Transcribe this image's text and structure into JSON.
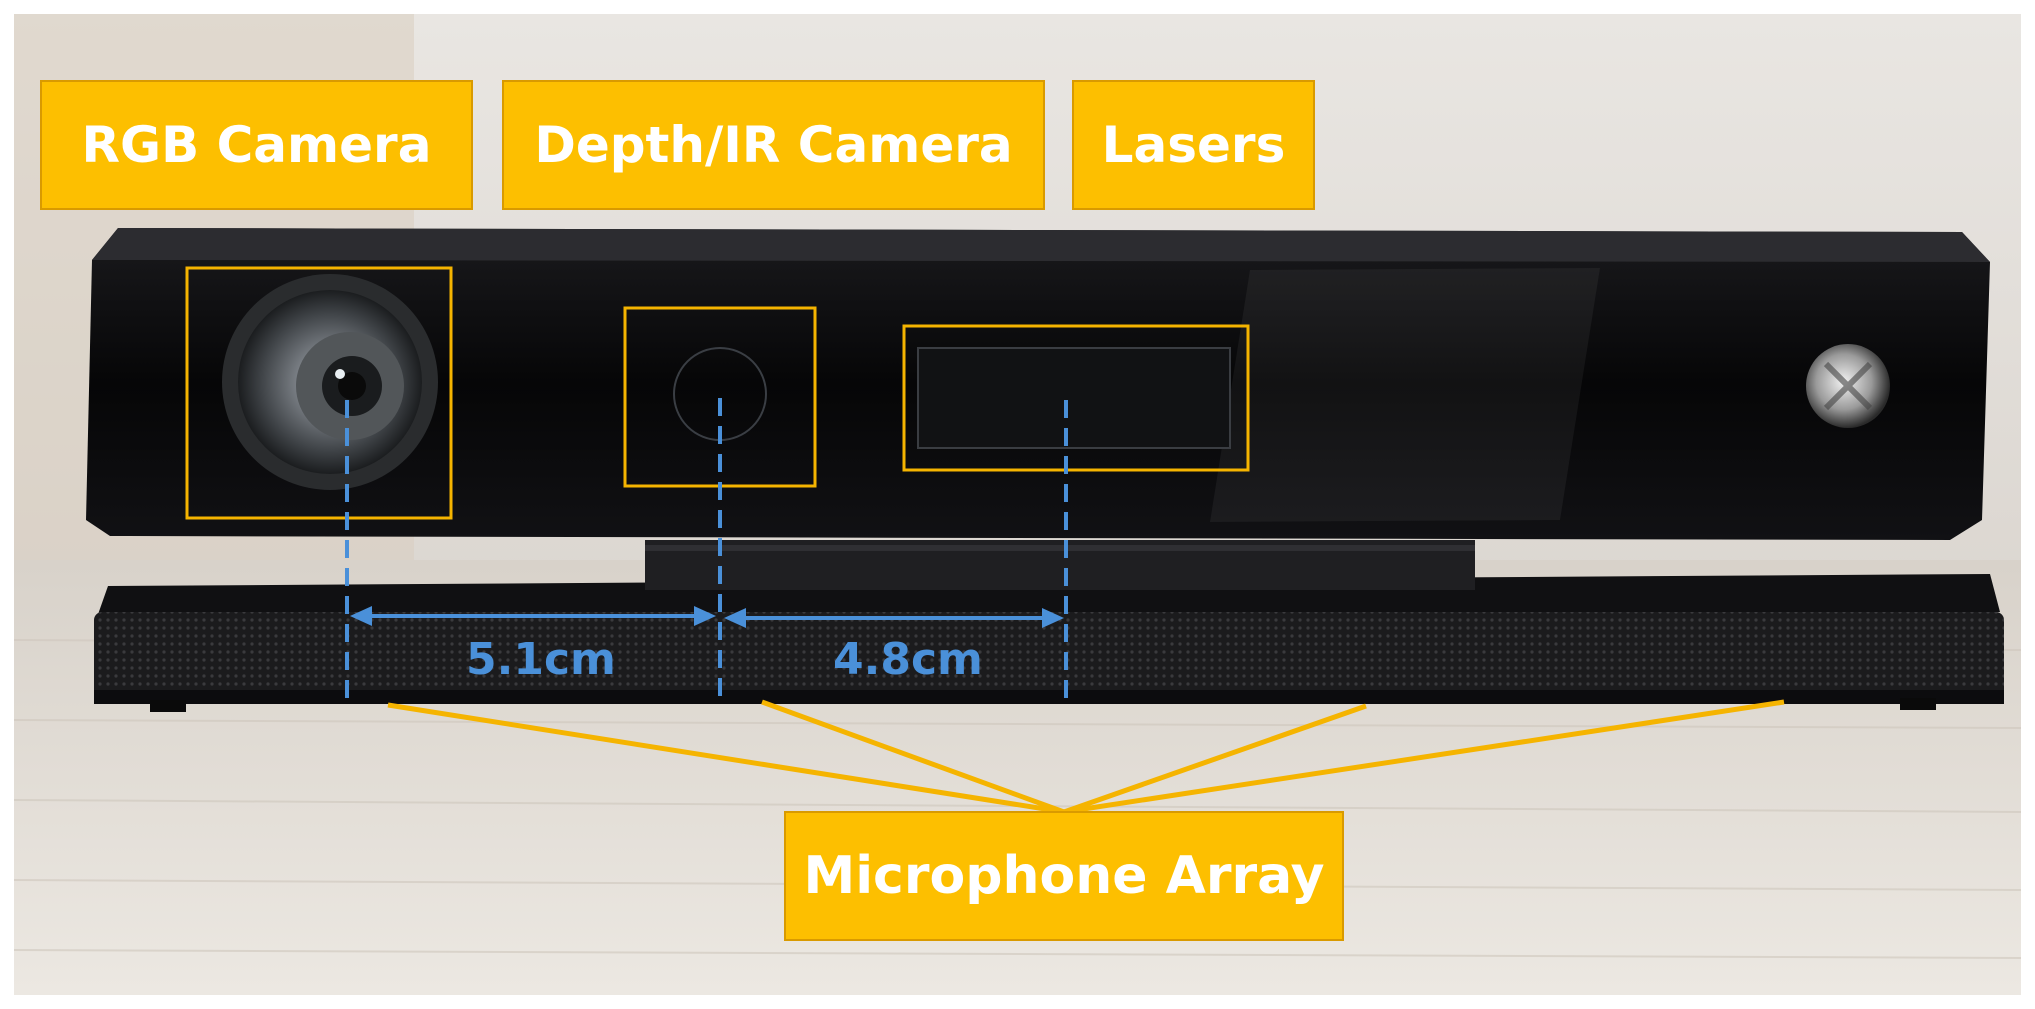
{
  "labels": {
    "rgb_camera": "RGB Camera",
    "depth_ir_camera": "Depth/IR Camera",
    "lasers": "Lasers",
    "microphone_array": "Microphone Array"
  },
  "dimensions": {
    "rgb_to_depth": "5.1cm",
    "depth_to_lasers": "4.8cm"
  },
  "colors": {
    "label_fill": "#fdbf00",
    "highlight_outline": "#f5b400",
    "dimension_lines": "#4a90d9",
    "device_body": "#0b0b0d",
    "speaker_grille": "#1e1e20"
  }
}
